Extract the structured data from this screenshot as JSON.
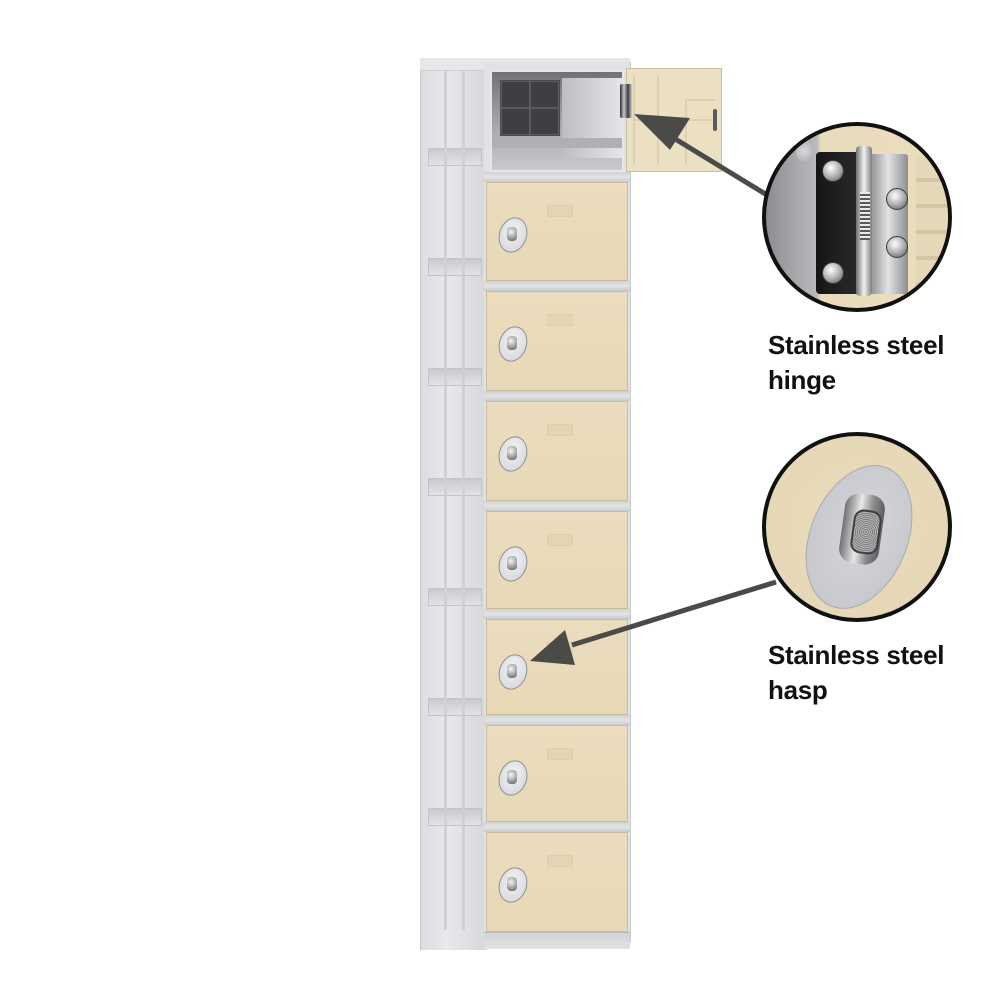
{
  "product": {
    "type": "plastic locker",
    "tiers": 8,
    "door_color": "#eadcbd",
    "frame_color": "#e1e2e4",
    "open_door_index": 0,
    "door_count_closed": 7
  },
  "callouts": [
    {
      "id": "hinge",
      "label_line1": "Stainless steel",
      "label_line2": "hinge",
      "points_to": "open door hinge"
    },
    {
      "id": "hasp",
      "label_line1": "Stainless steel",
      "label_line2": "hasp",
      "points_to": "door 6 hasp"
    }
  ],
  "colors": {
    "arrow": "#4a4a48",
    "callout_border": "#111111",
    "label_text": "#111111",
    "background": "#ffffff"
  }
}
